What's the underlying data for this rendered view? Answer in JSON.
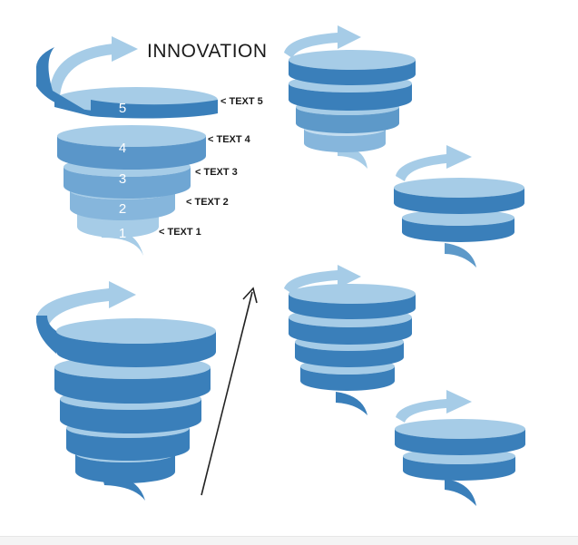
{
  "diagram": {
    "title": "INNOVATION",
    "levels": [
      {
        "number": "5",
        "label": "< TEXT 5"
      },
      {
        "number": "4",
        "label": "< TEXT 4"
      },
      {
        "number": "3",
        "label": "< TEXT 3"
      },
      {
        "number": "2",
        "label": "< TEXT 2"
      },
      {
        "number": "1",
        "label": "< TEXT 1"
      }
    ]
  },
  "colors": {
    "dark": "#3a7fba",
    "mid": "#5d99c9",
    "light": "#a6cce7",
    "pale": "#c2dcef",
    "text": "#1a1a1a",
    "arrow": "#222222"
  }
}
